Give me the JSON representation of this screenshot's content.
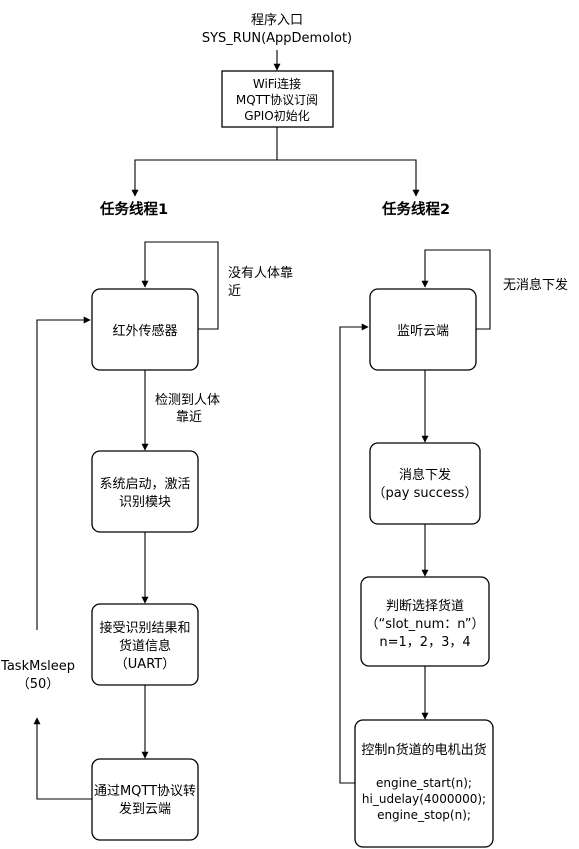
{
  "diagram": {
    "entry": {
      "line1": "程序入口",
      "line2": "SYS_RUN(AppDemoIot)"
    },
    "init_box": {
      "lines": [
        "WiFi连接",
        "MQTT协议订阅",
        "GPIO初始化"
      ]
    },
    "thread1": {
      "title": "任务线程1",
      "loop_label": [
        "没有人体靠",
        "近"
      ],
      "edge_label": [
        "检测到人体",
        "靠近"
      ],
      "back_label": [
        "TaskMsleep",
        "（50）"
      ],
      "nodes": [
        {
          "lines": [
            "红外传感器"
          ]
        },
        {
          "lines": [
            "系统启动，激活",
            "识别模块"
          ]
        },
        {
          "lines": [
            "接受识别结果和",
            "货道信息",
            "（UART）"
          ]
        },
        {
          "lines": [
            "通过MQTT协议转",
            "发到云端"
          ]
        }
      ]
    },
    "thread2": {
      "title": "任务线程2",
      "loop_label": [
        "无消息下发"
      ],
      "nodes": [
        {
          "lines": [
            "监听云端"
          ]
        },
        {
          "lines": [
            "消息下发",
            "（pay success）"
          ]
        },
        {
          "lines": [
            "判断选择货道",
            "（“slot_num：n”）",
            "n=1，2，3，4"
          ]
        },
        {
          "lines": [
            "控制n货道的电机出货",
            "",
            "engine_start(n);",
            "hi_udelay(4000000);",
            "engine_stop(n);"
          ]
        }
      ]
    }
  }
}
